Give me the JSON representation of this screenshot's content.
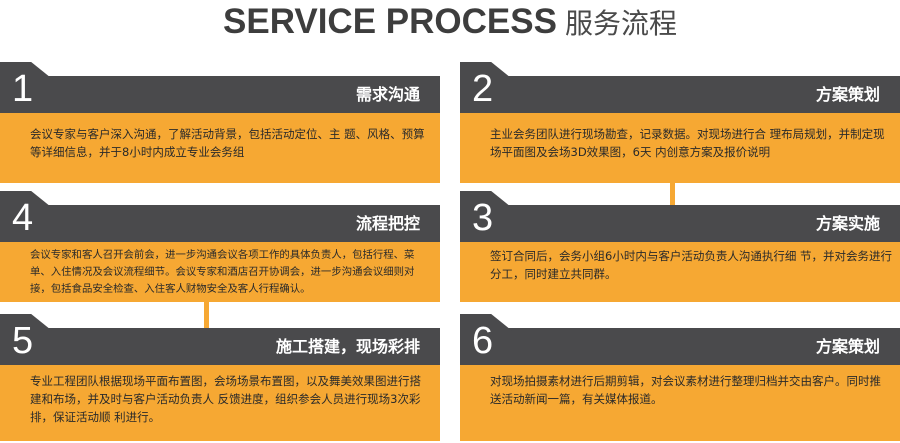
{
  "title": {
    "english": "SERVICE PROCESS",
    "chinese": "服务流程"
  },
  "steps": [
    {
      "number": "1",
      "title": "需求沟通",
      "description": "会议专家与客户深入沟通，了解活动背景，包括活动定位、主 题、风格、预算等详细信息，并于8小时内成立专业会务组"
    },
    {
      "number": "2",
      "title": "方案策划",
      "description": "主业会务团队进行现场勘查，记录数据。对现场进行合 理布局规划，并制定现场平面图及会场3D效果图，6天 内创意方案及报价说明"
    },
    {
      "number": "3",
      "title": "方案实施",
      "description": "签订合同后，会务小组6小时内与客户活动负责人沟通执行细 节，并对会务进行分工，同时建立共同群。"
    },
    {
      "number": "4",
      "title": "流程把控",
      "description": "会议专家和客人召开会前会，进一步沟通会议各项工作的具体负责人，包括行程、菜单、入住情况及会议流程细节。会议专家和酒店召开协调会，进一步沟通会议细则对接，包括食品安全检查、入住客人财物安全及客人行程确认。"
    },
    {
      "number": "5",
      "title": "施工搭建，现场彩排",
      "description": "专业工程团队根据现场平面布置图，会场场景布置图，以及舞美效果图进行搭建和布场，并及时与客户活动负责人 反馈进度，组织参会人员进行现场3次彩排，保证活动顺 利进行。"
    },
    {
      "number": "6",
      "title": "方案策划",
      "description": "对现场拍摄素材进行后期剪辑，对会议素材进行整理归档并交由客户。同时推送活动新闻一篇，有关媒体报道。"
    }
  ],
  "colors": {
    "header": "#4a4a4c",
    "accent": "#f6a833",
    "title_text": "#3d3d3d"
  }
}
